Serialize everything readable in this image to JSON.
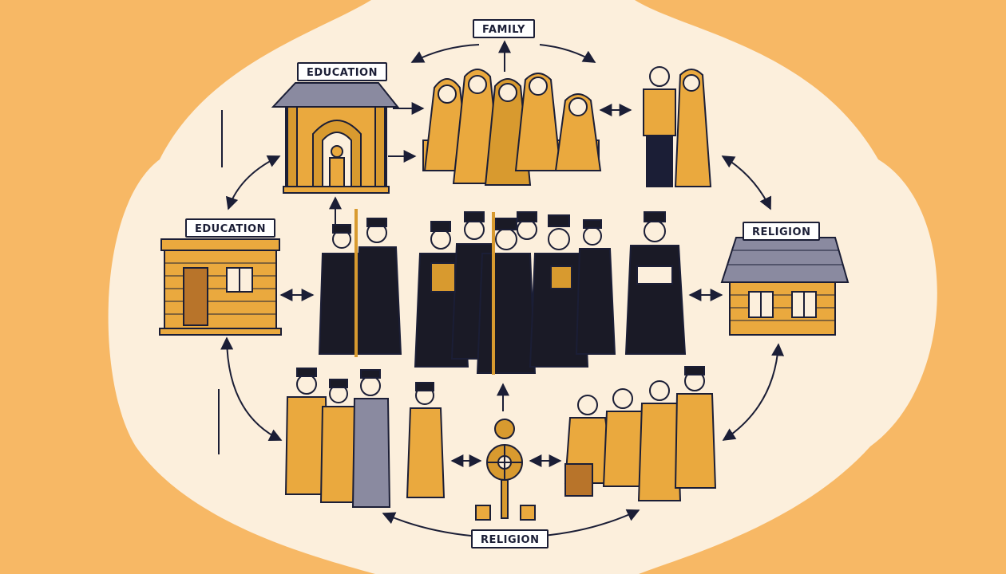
{
  "labels": {
    "family": "FAMILY",
    "education_top": "EDUCATION",
    "education_left": "EDUCATION",
    "religion_right": "RELIGION",
    "religion_bottom": "RELIGION"
  },
  "colors": {
    "background": "#f7b865",
    "oval": "#fcefdc",
    "ochre": "#eaa93e",
    "ink": "#1b1e36",
    "robe": "#1a1a26",
    "gold": "#d89a2f",
    "stone": "#8a8aa0",
    "wood": "#b8742a"
  }
}
